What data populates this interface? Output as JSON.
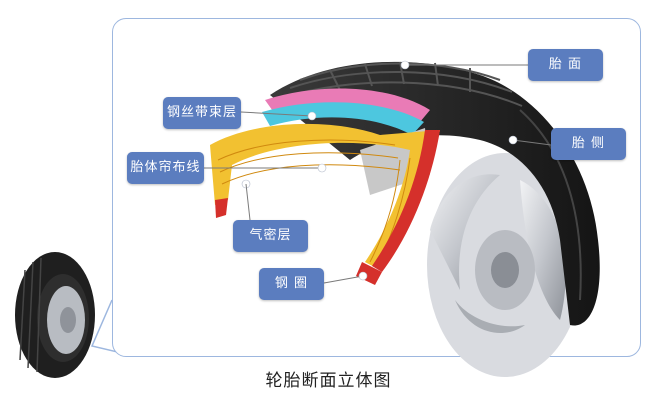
{
  "labels": {
    "tread": "胎 面",
    "sidewall": "胎 侧",
    "steel_belt": "钢丝带束层",
    "carcass_ply": "胎体帘布线",
    "inner_liner": "气密层",
    "bead": "钢 圈"
  },
  "caption": "轮胎断面立体图",
  "colors": {
    "label_bg": "#5b7dbf",
    "frame": "#9db7df",
    "belt_pink": "#e97bb6",
    "belt_cyan": "#4dc7df",
    "ply_yellow": "#f2c131",
    "liner_red": "#d5302b",
    "tire_dark": "#2a2a2a",
    "rim_silver": "#c9ccd1"
  },
  "icons": [
    "tire-thumbnail-icon",
    "tire-cross-section-icon"
  ]
}
